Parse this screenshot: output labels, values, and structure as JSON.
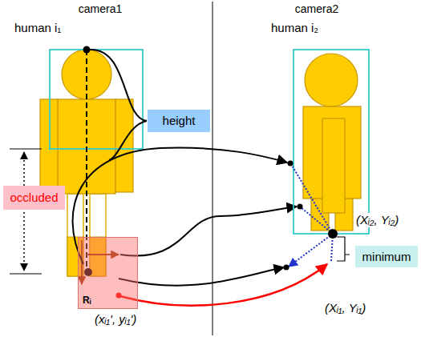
{
  "diagram": {
    "nodes": [
      {
        "text": [
          "height"
        ]
      },
      {
        "text": [
          "occluded"
        ]
      },
      {
        "text": [
          "Rᵢ"
        ]
      },
      {
        "text": [
          "minimum"
        ]
      }
    ],
    "labels": [
      "camera1",
      "camera2",
      "human i₁",
      "human i₂",
      "(xᵢ₁', yᵢ₁')",
      "(Xᵢ₂, Yᵢ₂)",
      "(Xᵢ₁, Yᵢ₁)"
    ]
  }
}
